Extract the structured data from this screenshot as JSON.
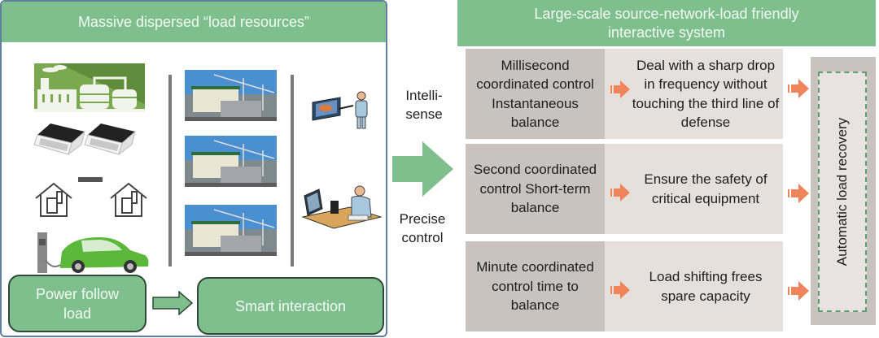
{
  "left_panel": {
    "title": "Massive dispersed “load resources”",
    "resources": {
      "column1": [
        "factory-icon",
        "air-conditioner-icon",
        "household-icon",
        "electric-vehicle-icon"
      ],
      "column2": [
        "substation-icon",
        "substation-icon",
        "substation-icon"
      ],
      "column3": [
        "presenter-icon",
        "operator-workstation-icon"
      ]
    },
    "power_follow_label": "Power follow load",
    "smart_interaction_label": "Smart interaction"
  },
  "middle": {
    "intellisense_label": "Intelli-sense",
    "precise_control_label": "Precise control"
  },
  "right_panel": {
    "title": "Large-scale source-network-load friendly interactive system",
    "rows": [
      {
        "control": "Millisecond coordinated control Instantaneous balance",
        "effect": "Deal with a sharp drop in frequency without touching the third line of defense"
      },
      {
        "control": "Second coordinated control Short-term balance",
        "effect": "Ensure the safety of critical equipment"
      },
      {
        "control": "Minute coordinated control time to balance",
        "effect": "Load shifting frees spare capacity"
      }
    ],
    "recovery_label": "Automatic load recovery"
  },
  "colors": {
    "header_green": "#7fbf8e",
    "arrow_orange": "#f0845a",
    "dark_gray": "#c9c3bf",
    "light_gray": "#e6e0dd"
  }
}
